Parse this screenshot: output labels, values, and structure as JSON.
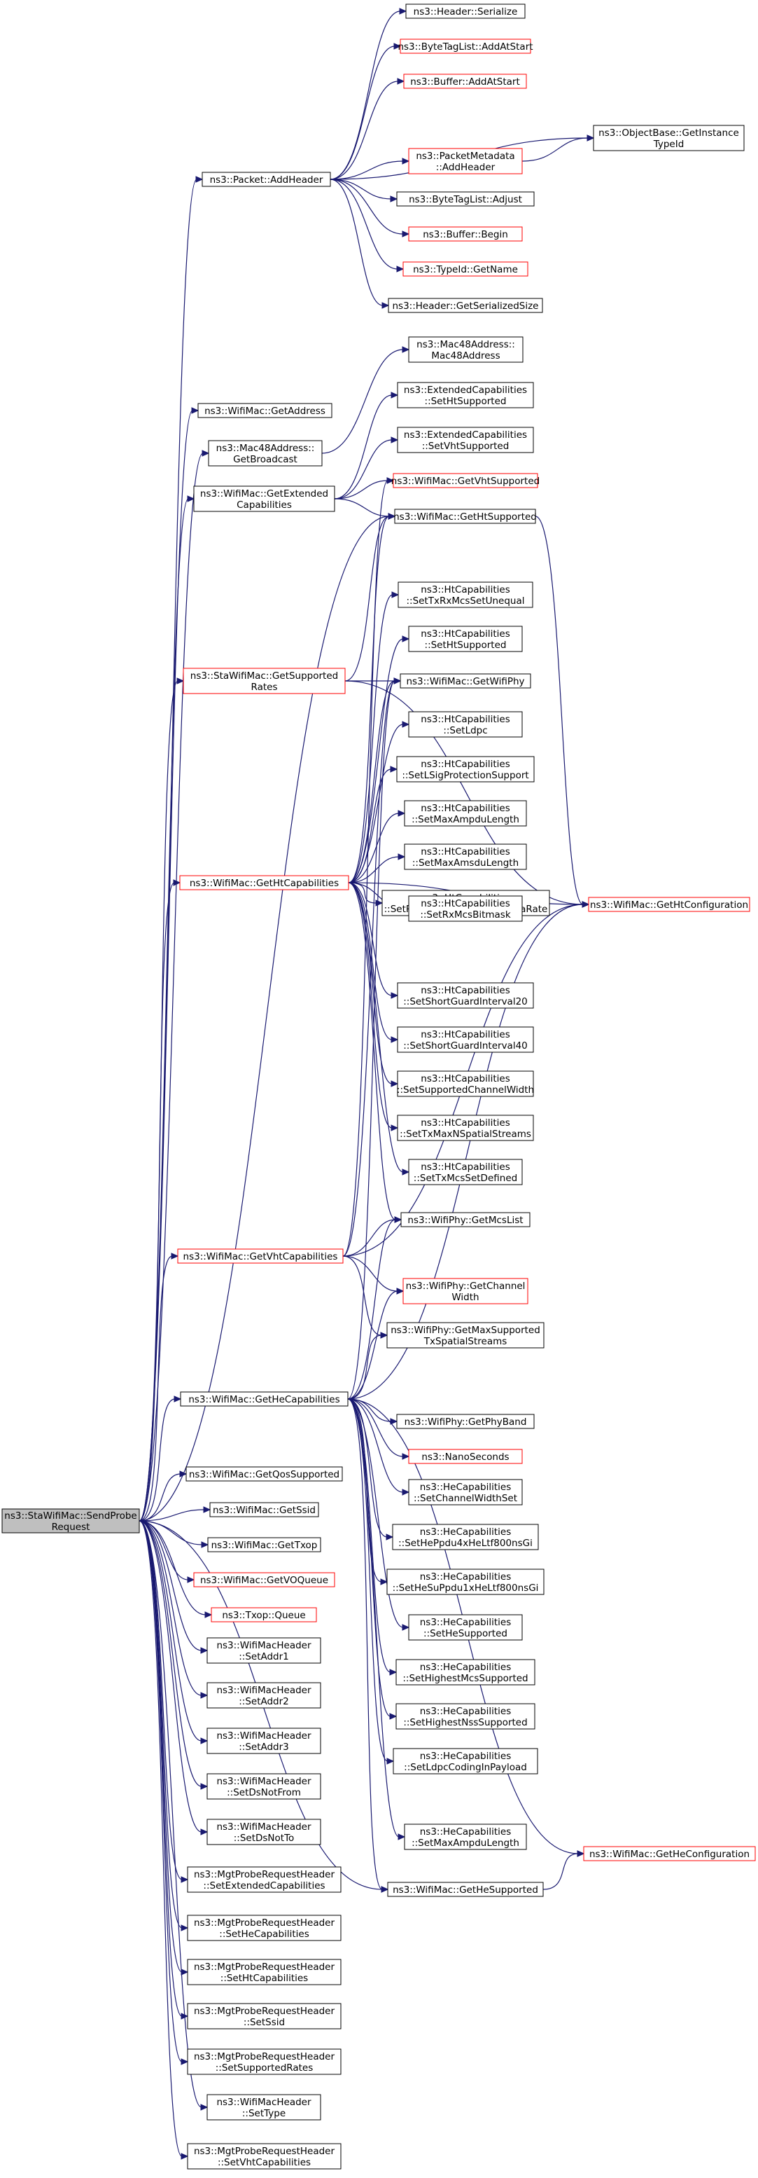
{
  "colors": {
    "edge": "#191970",
    "node_border": "#000000",
    "incomplete_border": "#ff0000",
    "root_fill": "#bfbfbf"
  },
  "nodes": [
    {
      "id": "root",
      "lines": [
        "ns3::StaWifiMac::SendProbe",
        "Request"
      ],
      "style": "root"
    },
    {
      "id": "addHeader",
      "lines": [
        "ns3::Packet::AddHeader"
      ],
      "style": "normal"
    },
    {
      "id": "hdrSerialize",
      "lines": [
        "ns3::Header::Serialize"
      ],
      "style": "normal"
    },
    {
      "id": "btlAddAtStart",
      "lines": [
        "ns3::ByteTagList::AddAtStart"
      ],
      "style": "incomplete"
    },
    {
      "id": "bufAddAtStart",
      "lines": [
        "ns3::Buffer::AddAtStart"
      ],
      "style": "incomplete"
    },
    {
      "id": "objGetInstance",
      "lines": [
        "ns3::ObjectBase::GetInstance",
        "TypeId"
      ],
      "style": "normal"
    },
    {
      "id": "pmAddHeader",
      "lines": [
        "ns3::PacketMetadata",
        "::AddHeader"
      ],
      "style": "incomplete"
    },
    {
      "id": "btlAdjust",
      "lines": [
        "ns3::ByteTagList::Adjust"
      ],
      "style": "normal"
    },
    {
      "id": "bufBegin",
      "lines": [
        "ns3::Buffer::Begin"
      ],
      "style": "incomplete"
    },
    {
      "id": "typeGetName",
      "lines": [
        "ns3::TypeId::GetName"
      ],
      "style": "incomplete"
    },
    {
      "id": "hdrGetSerSize",
      "lines": [
        "ns3::Header::GetSerializedSize"
      ],
      "style": "normal"
    },
    {
      "id": "macGetAddress",
      "lines": [
        "ns3::WifiMac::GetAddress"
      ],
      "style": "normal"
    },
    {
      "id": "mac48Ctor",
      "lines": [
        "ns3::Mac48Address::",
        "Mac48Address"
      ],
      "style": "normal"
    },
    {
      "id": "mac48GetBroadcast",
      "lines": [
        "ns3::Mac48Address::",
        "GetBroadcast"
      ],
      "style": "normal"
    },
    {
      "id": "extSetHt",
      "lines": [
        "ns3::ExtendedCapabilities",
        "::SetHtSupported"
      ],
      "style": "normal"
    },
    {
      "id": "extSetVht",
      "lines": [
        "ns3::ExtendedCapabilities",
        "::SetVhtSupported"
      ],
      "style": "normal"
    },
    {
      "id": "macGetExtCap",
      "lines": [
        "ns3::WifiMac::GetExtended",
        "Capabilities"
      ],
      "style": "normal"
    },
    {
      "id": "macGetVhtSupported",
      "lines": [
        "ns3::WifiMac::GetVhtSupported"
      ],
      "style": "incomplete"
    },
    {
      "id": "macGetHtSupported",
      "lines": [
        "ns3::WifiMac::GetHtSupported"
      ],
      "style": "normal"
    },
    {
      "id": "htSetTxRxUneq",
      "lines": [
        "ns3::HtCapabilities",
        "::SetTxRxMcsSetUnequal"
      ],
      "style": "normal"
    },
    {
      "id": "htSetHtSupported",
      "lines": [
        "ns3::HtCapabilities",
        "::SetHtSupported"
      ],
      "style": "normal"
    },
    {
      "id": "staGetSupRates",
      "lines": [
        "ns3::StaWifiMac::GetSupported",
        "Rates"
      ],
      "style": "incomplete"
    },
    {
      "id": "macGetWifiPhy",
      "lines": [
        "ns3::WifiMac::GetWifiPhy"
      ],
      "style": "normal"
    },
    {
      "id": "htSetLdpc",
      "lines": [
        "ns3::HtCapabilities",
        "::SetLdpc"
      ],
      "style": "normal"
    },
    {
      "id": "htSetLSig",
      "lines": [
        "ns3::HtCapabilities",
        "::SetLSigProtectionSupport"
      ],
      "style": "normal"
    },
    {
      "id": "htSetMaxAmpdu",
      "lines": [
        "ns3::HtCapabilities",
        "::SetMaxAmpduLength"
      ],
      "style": "normal"
    },
    {
      "id": "htSetMaxAmsdu",
      "lines": [
        "ns3::HtCapabilities",
        "::SetMaxAmsduLength"
      ],
      "style": "normal"
    },
    {
      "id": "macGetHtCap",
      "lines": [
        "ns3::WifiMac::GetHtCapabilities"
      ],
      "style": "incomplete"
    },
    {
      "id": "htSetRxHighest",
      "lines": [
        "ns3::HtCapabilities",
        "::SetRxHighestSupportedDataRate"
      ],
      "style": "normal"
    },
    {
      "id": "macGetHtConfig",
      "lines": [
        "ns3::WifiMac::GetHtConfiguration"
      ],
      "style": "incomplete"
    },
    {
      "id": "htSetRxMcs",
      "lines": [
        "ns3::HtCapabilities",
        "::SetRxMcsBitmask"
      ],
      "style": "normal"
    },
    {
      "id": "htSetSgi20",
      "lines": [
        "ns3::HtCapabilities",
        "::SetShortGuardInterval20"
      ],
      "style": "normal"
    },
    {
      "id": "htSetSgi40",
      "lines": [
        "ns3::HtCapabilities",
        "::SetShortGuardInterval40"
      ],
      "style": "normal"
    },
    {
      "id": "htSetSupChW",
      "lines": [
        "ns3::HtCapabilities",
        "::SetSupportedChannelWidth"
      ],
      "style": "normal"
    },
    {
      "id": "htSetTxMaxNss",
      "lines": [
        "ns3::HtCapabilities",
        "::SetTxMaxNSpatialStreams"
      ],
      "style": "normal"
    },
    {
      "id": "htSetTxMcsSet",
      "lines": [
        "ns3::HtCapabilities",
        "::SetTxMcsSetDefined"
      ],
      "style": "normal"
    },
    {
      "id": "phyGetMcsList",
      "lines": [
        "ns3::WifiPhy::GetMcsList"
      ],
      "style": "normal"
    },
    {
      "id": "macGetVhtCap",
      "lines": [
        "ns3::WifiMac::GetVhtCapabilities"
      ],
      "style": "incomplete"
    },
    {
      "id": "phyGetChW",
      "lines": [
        "ns3::WifiPhy::GetChannel",
        "Width"
      ],
      "style": "incomplete"
    },
    {
      "id": "phyGetMaxSS",
      "lines": [
        "ns3::WifiPhy::GetMaxSupported",
        "TxSpatialStreams"
      ],
      "style": "normal"
    },
    {
      "id": "macGetHeCap",
      "lines": [
        "ns3::WifiMac::GetHeCapabilities"
      ],
      "style": "normal"
    },
    {
      "id": "phyGetPhyBand",
      "lines": [
        "ns3::WifiPhy::GetPhyBand"
      ],
      "style": "normal"
    },
    {
      "id": "nanoSeconds",
      "lines": [
        "ns3::NanoSeconds"
      ],
      "style": "incomplete"
    },
    {
      "id": "heSetChW",
      "lines": [
        "ns3::HeCapabilities",
        "::SetChannelWidthSet"
      ],
      "style": "normal"
    },
    {
      "id": "macGetQos",
      "lines": [
        "ns3::WifiMac::GetQosSupported"
      ],
      "style": "normal"
    },
    {
      "id": "heSetPpdu4x",
      "lines": [
        "ns3::HeCapabilities",
        "::SetHePpdu4xHeLtf800nsGi"
      ],
      "style": "normal"
    },
    {
      "id": "macGetSsid",
      "lines": [
        "ns3::WifiMac::GetSsid"
      ],
      "style": "normal"
    },
    {
      "id": "macGetTxop",
      "lines": [
        "ns3::WifiMac::GetTxop"
      ],
      "style": "normal"
    },
    {
      "id": "heSetSuPpdu1x",
      "lines": [
        "ns3::HeCapabilities",
        "::SetHeSuPpdu1xHeLtf800nsGi"
      ],
      "style": "normal"
    },
    {
      "id": "macGetVOQueue",
      "lines": [
        "ns3::WifiMac::GetVOQueue"
      ],
      "style": "incomplete"
    },
    {
      "id": "heSetHeSupported",
      "lines": [
        "ns3::HeCapabilities",
        "::SetHeSupported"
      ],
      "style": "normal"
    },
    {
      "id": "txopQueue",
      "lines": [
        "ns3::Txop::Queue"
      ],
      "style": "incomplete"
    },
    {
      "id": "heSetHighMcs",
      "lines": [
        "ns3::HeCapabilities",
        "::SetHighestMcsSupported"
      ],
      "style": "normal"
    },
    {
      "id": "hdrSetAddr1",
      "lines": [
        "ns3::WifiMacHeader",
        "::SetAddr1"
      ],
      "style": "normal"
    },
    {
      "id": "heSetHighNss",
      "lines": [
        "ns3::HeCapabilities",
        "::SetHighestNssSupported"
      ],
      "style": "normal"
    },
    {
      "id": "hdrSetAddr2",
      "lines": [
        "ns3::WifiMacHeader",
        "::SetAddr2"
      ],
      "style": "normal"
    },
    {
      "id": "heSetLdpc",
      "lines": [
        "ns3::HeCapabilities",
        "::SetLdpcCodingInPayload"
      ],
      "style": "normal"
    },
    {
      "id": "hdrSetAddr3",
      "lines": [
        "ns3::WifiMacHeader",
        "::SetAddr3"
      ],
      "style": "normal"
    },
    {
      "id": "hdrSetDsNotFrom",
      "lines": [
        "ns3::WifiMacHeader",
        "::SetDsNotFrom"
      ],
      "style": "normal"
    },
    {
      "id": "heSetMaxAmpdu",
      "lines": [
        "ns3::HeCapabilities",
        "::SetMaxAmpduLength"
      ],
      "style": "normal"
    },
    {
      "id": "macGetHeConfig",
      "lines": [
        "ns3::WifiMac::GetHeConfiguration"
      ],
      "style": "incomplete"
    },
    {
      "id": "hdrSetDsNotTo",
      "lines": [
        "ns3::WifiMacHeader",
        "::SetDsNotTo"
      ],
      "style": "normal"
    },
    {
      "id": "macGetHeSupported",
      "lines": [
        "ns3::WifiMac::GetHeSupported"
      ],
      "style": "normal"
    },
    {
      "id": "prSetExtCap",
      "lines": [
        "ns3::MgtProbeRequestHeader",
        "::SetExtendedCapabilities"
      ],
      "style": "normal"
    },
    {
      "id": "prSetHeCap",
      "lines": [
        "ns3::MgtProbeRequestHeader",
        "::SetHeCapabilities"
      ],
      "style": "normal"
    },
    {
      "id": "prSetHtCap",
      "lines": [
        "ns3::MgtProbeRequestHeader",
        "::SetHtCapabilities"
      ],
      "style": "normal"
    },
    {
      "id": "prSetSsid",
      "lines": [
        "ns3::MgtProbeRequestHeader",
        "::SetSsid"
      ],
      "style": "normal"
    },
    {
      "id": "prSetSupRates",
      "lines": [
        "ns3::MgtProbeRequestHeader",
        "::SetSupportedRates"
      ],
      "style": "normal"
    },
    {
      "id": "hdrSetType",
      "lines": [
        "ns3::WifiMacHeader",
        "::SetType"
      ],
      "style": "normal"
    },
    {
      "id": "prSetVhtCap",
      "lines": [
        "ns3::MgtProbeRequestHeader",
        "::SetVhtCapabilities"
      ],
      "style": "normal"
    }
  ],
  "edges": [
    [
      "root",
      "addHeader"
    ],
    [
      "root",
      "macGetAddress"
    ],
    [
      "root",
      "mac48GetBroadcast"
    ],
    [
      "root",
      "macGetExtCap"
    ],
    [
      "root",
      "staGetSupRates"
    ],
    [
      "root",
      "macGetHtCap"
    ],
    [
      "root",
      "macGetVhtCap"
    ],
    [
      "root",
      "macGetHeCap"
    ],
    [
      "root",
      "macGetQos"
    ],
    [
      "root",
      "macGetSsid"
    ],
    [
      "root",
      "macGetTxop"
    ],
    [
      "root",
      "macGetVOQueue"
    ],
    [
      "root",
      "txopQueue"
    ],
    [
      "root",
      "hdrSetAddr1"
    ],
    [
      "root",
      "hdrSetAddr2"
    ],
    [
      "root",
      "hdrSetAddr3"
    ],
    [
      "root",
      "hdrSetDsNotFrom"
    ],
    [
      "root",
      "hdrSetDsNotTo"
    ],
    [
      "root",
      "prSetExtCap"
    ],
    [
      "root",
      "prSetHeCap"
    ],
    [
      "root",
      "prSetHtCap"
    ],
    [
      "root",
      "prSetSsid"
    ],
    [
      "root",
      "prSetSupRates"
    ],
    [
      "root",
      "hdrSetType"
    ],
    [
      "root",
      "prSetVhtCap"
    ],
    [
      "root",
      "macGetHtSupported"
    ],
    [
      "root",
      "macGetHeSupported"
    ],
    [
      "addHeader",
      "hdrSerialize"
    ],
    [
      "addHeader",
      "btlAddAtStart"
    ],
    [
      "addHeader",
      "bufAddAtStart"
    ],
    [
      "addHeader",
      "objGetInstance"
    ],
    [
      "addHeader",
      "pmAddHeader"
    ],
    [
      "addHeader",
      "btlAdjust"
    ],
    [
      "addHeader",
      "bufBegin"
    ],
    [
      "addHeader",
      "typeGetName"
    ],
    [
      "addHeader",
      "hdrGetSerSize"
    ],
    [
      "pmAddHeader",
      "objGetInstance"
    ],
    [
      "mac48GetBroadcast",
      "mac48Ctor"
    ],
    [
      "macGetExtCap",
      "extSetHt"
    ],
    [
      "macGetExtCap",
      "extSetVht"
    ],
    [
      "macGetExtCap",
      "macGetVhtSupported"
    ],
    [
      "macGetExtCap",
      "macGetHtSupported"
    ],
    [
      "macGetHtSupported",
      "macGetHtConfig"
    ],
    [
      "staGetSupRates",
      "macGetHtSupported"
    ],
    [
      "staGetSupRates",
      "macGetWifiPhy"
    ],
    [
      "staGetSupRates",
      "macGetHtConfig"
    ],
    [
      "macGetHtCap",
      "macGetHtSupported"
    ],
    [
      "macGetHtCap",
      "htSetTxRxUneq"
    ],
    [
      "macGetHtCap",
      "htSetHtSupported"
    ],
    [
      "macGetHtCap",
      "macGetWifiPhy"
    ],
    [
      "macGetHtCap",
      "htSetLdpc"
    ],
    [
      "macGetHtCap",
      "htSetLSig"
    ],
    [
      "macGetHtCap",
      "htSetMaxAmpdu"
    ],
    [
      "macGetHtCap",
      "htSetMaxAmsdu"
    ],
    [
      "macGetHtCap",
      "htSetRxHighest"
    ],
    [
      "macGetHtCap",
      "htSetRxMcs"
    ],
    [
      "macGetHtCap",
      "htSetSgi20"
    ],
    [
      "macGetHtCap",
      "htSetSgi40"
    ],
    [
      "macGetHtCap",
      "htSetSupChW"
    ],
    [
      "macGetHtCap",
      "htSetTxMaxNss"
    ],
    [
      "macGetHtCap",
      "htSetTxMcsSet"
    ],
    [
      "macGetHtCap",
      "phyGetMcsList"
    ],
    [
      "macGetHtCap",
      "macGetHtConfig"
    ],
    [
      "macGetVhtCap",
      "macGetVhtSupported"
    ],
    [
      "macGetVhtCap",
      "macGetWifiPhy"
    ],
    [
      "macGetVhtCap",
      "phyGetMcsList"
    ],
    [
      "macGetVhtCap",
      "phyGetChW"
    ],
    [
      "macGetVhtCap",
      "phyGetMaxSS"
    ],
    [
      "macGetVhtCap",
      "macGetHtConfig"
    ],
    [
      "macGetHeCap",
      "macGetWifiPhy"
    ],
    [
      "macGetHeCap",
      "phyGetMcsList"
    ],
    [
      "macGetHeCap",
      "phyGetChW"
    ],
    [
      "macGetHeCap",
      "phyGetMaxSS"
    ],
    [
      "macGetHeCap",
      "phyGetPhyBand"
    ],
    [
      "macGetHeCap",
      "nanoSeconds"
    ],
    [
      "macGetHeCap",
      "heSetChW"
    ],
    [
      "macGetHeCap",
      "heSetPpdu4x"
    ],
    [
      "macGetHeCap",
      "heSetSuPpdu1x"
    ],
    [
      "macGetHeCap",
      "heSetHeSupported"
    ],
    [
      "macGetHeCap",
      "heSetHighMcs"
    ],
    [
      "macGetHeCap",
      "heSetHighNss"
    ],
    [
      "macGetHeCap",
      "heSetLdpc"
    ],
    [
      "macGetHeCap",
      "heSetMaxAmpdu"
    ],
    [
      "macGetHeCap",
      "macGetHeConfig"
    ],
    [
      "macGetHeCap",
      "macGetHeSupported"
    ],
    [
      "macGetHeCap",
      "macGetHtConfig"
    ],
    [
      "macGetHeSupported",
      "macGetHeConfig"
    ]
  ]
}
